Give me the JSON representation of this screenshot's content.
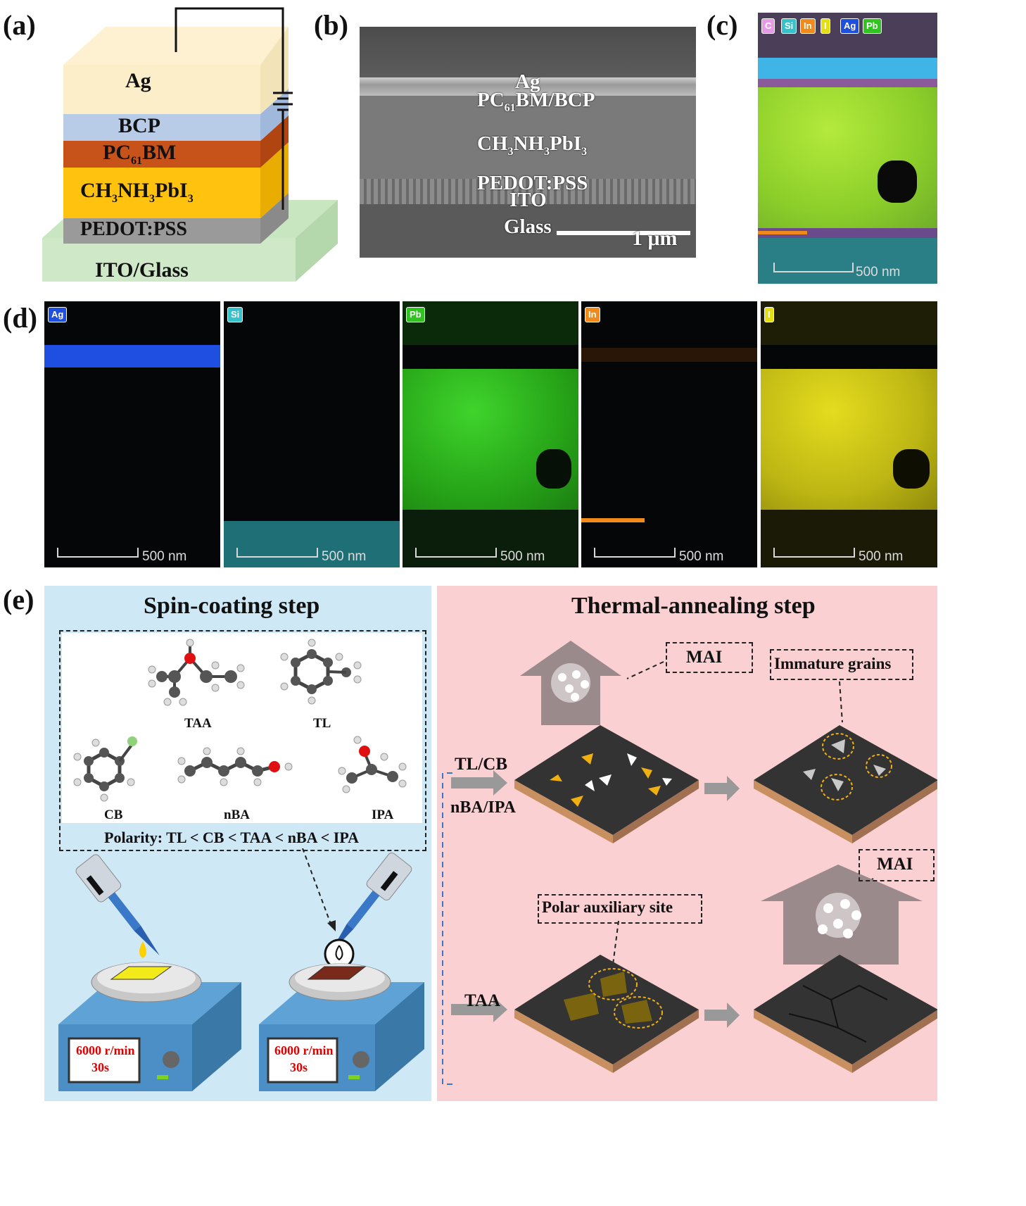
{
  "panels": {
    "a": {
      "label": "(a)",
      "layers": [
        "Ag",
        "BCP",
        "PC61BM",
        "CH3NH3PbI3",
        "PEDOT:PSS",
        "ITO/Glass"
      ]
    },
    "b": {
      "label": "(b)",
      "layers": [
        "Ag",
        "PC61BM/BCP",
        "CH3NH3PbI3",
        "PEDOT:PSS",
        "ITO",
        "Glass"
      ],
      "scale": "1 μm"
    },
    "c": {
      "label": "(c)",
      "tags": [
        "C",
        "Si",
        "In",
        "I",
        "Ag",
        "Pb"
      ],
      "scale": "500 nm"
    },
    "d": {
      "label": "(d)",
      "maps": [
        {
          "element": "Ag",
          "color": "#1e4fe0",
          "scale": "500 nm"
        },
        {
          "element": "Si",
          "color": "#35c2cc",
          "scale": "500 nm"
        },
        {
          "element": "Pb",
          "color": "#2fc41f",
          "scale": "500 nm"
        },
        {
          "element": "In",
          "color": "#f08a1a",
          "scale": "500 nm"
        },
        {
          "element": "I",
          "color": "#e6df10",
          "scale": "500 nm"
        }
      ]
    },
    "e": {
      "label": "(e)",
      "spin": {
        "title": "Spin-coating step",
        "molecules": [
          "TAA",
          "TL",
          "CB",
          "nBA",
          "IPA"
        ],
        "polarity": "Polarity: TL < CB < TAA < nBA < IPA",
        "speed": "6000 r/min",
        "time": "30s"
      },
      "thermal": {
        "title": "Thermal-annealing step",
        "mai": "MAI",
        "immature": "Immature grains",
        "polar_site": "Polar auxiliary site",
        "solvents_top": "TL/CB",
        "solvents_mid": "nBA/IPA",
        "solvent_bottom": "TAA"
      }
    }
  }
}
